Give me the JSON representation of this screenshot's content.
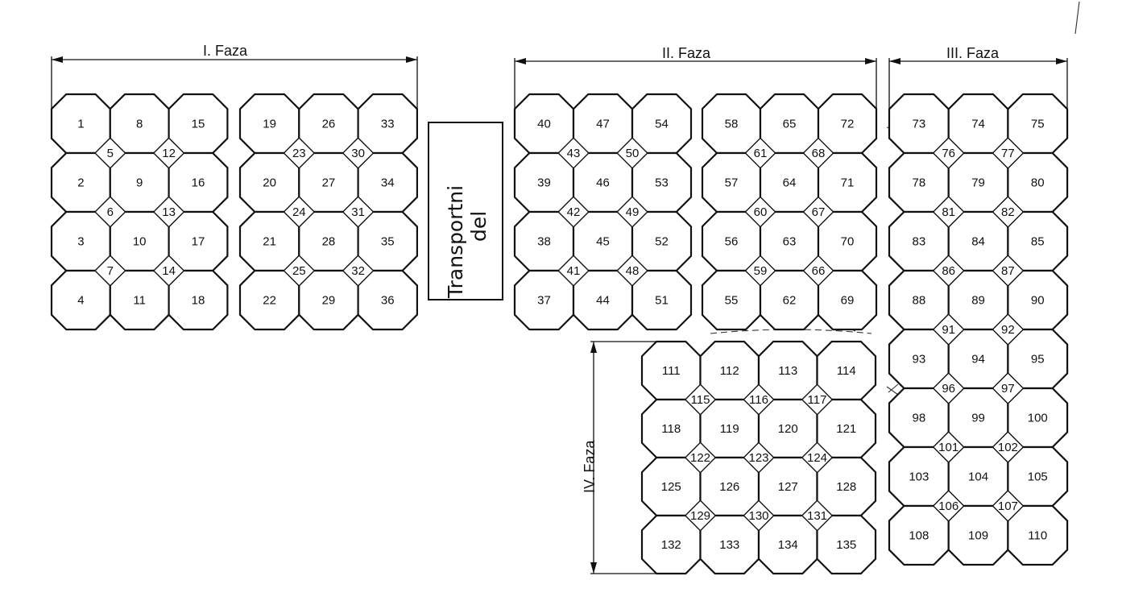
{
  "phases": {
    "phase1": "I. Faza",
    "phase2": "II. Faza",
    "phase3": "III. Faza",
    "phase4": "IV. Faza"
  },
  "transport": {
    "line1": "Transportni",
    "line2": "del"
  },
  "blocks": [
    {
      "id": "block-a",
      "oct_cols": [
        [
          1,
          2,
          3,
          4
        ],
        [
          8,
          9,
          10,
          11
        ],
        [
          15,
          16,
          17,
          18
        ]
      ],
      "dia_cols": [
        [
          5,
          6,
          7
        ],
        [
          12,
          13,
          14
        ]
      ]
    },
    {
      "id": "block-b",
      "oct_cols": [
        [
          19,
          20,
          21,
          22
        ],
        [
          26,
          27,
          28,
          29
        ],
        [
          33,
          34,
          35,
          36
        ]
      ],
      "dia_cols": [
        [
          23,
          24,
          25
        ],
        [
          30,
          31,
          32
        ]
      ]
    },
    {
      "id": "block-c",
      "oct_cols": [
        [
          40,
          39,
          38,
          37
        ],
        [
          47,
          46,
          45,
          44
        ],
        [
          54,
          53,
          52,
          51
        ]
      ],
      "dia_cols": [
        [
          43,
          42,
          41
        ],
        [
          50,
          49,
          48
        ]
      ]
    },
    {
      "id": "block-d",
      "oct_cols": [
        [
          58,
          57,
          56,
          55
        ],
        [
          65,
          64,
          63,
          62
        ],
        [
          72,
          71,
          70,
          69
        ]
      ],
      "dia_cols": [
        [
          61,
          60,
          59
        ],
        [
          68,
          67,
          66
        ]
      ]
    },
    {
      "id": "block-e",
      "oct_cols": [
        [
          73,
          78,
          83,
          88,
          93,
          98,
          103,
          108
        ],
        [
          74,
          79,
          84,
          89,
          94,
          99,
          104,
          109
        ],
        [
          75,
          80,
          85,
          90,
          95,
          100,
          105,
          110
        ]
      ],
      "dia_cols": [
        [
          76,
          81,
          86,
          91,
          96,
          101,
          106
        ],
        [
          77,
          82,
          87,
          92,
          97,
          102,
          107
        ]
      ]
    },
    {
      "id": "block-f",
      "oct_cols": [
        [
          111,
          118,
          125,
          132
        ],
        [
          112,
          119,
          126,
          133
        ],
        [
          113,
          120,
          127,
          134
        ],
        [
          114,
          121,
          128,
          135
        ]
      ],
      "dia_cols": [
        [
          115,
          122,
          129
        ],
        [
          116,
          123,
          130
        ],
        [
          117,
          124,
          131
        ]
      ]
    }
  ]
}
